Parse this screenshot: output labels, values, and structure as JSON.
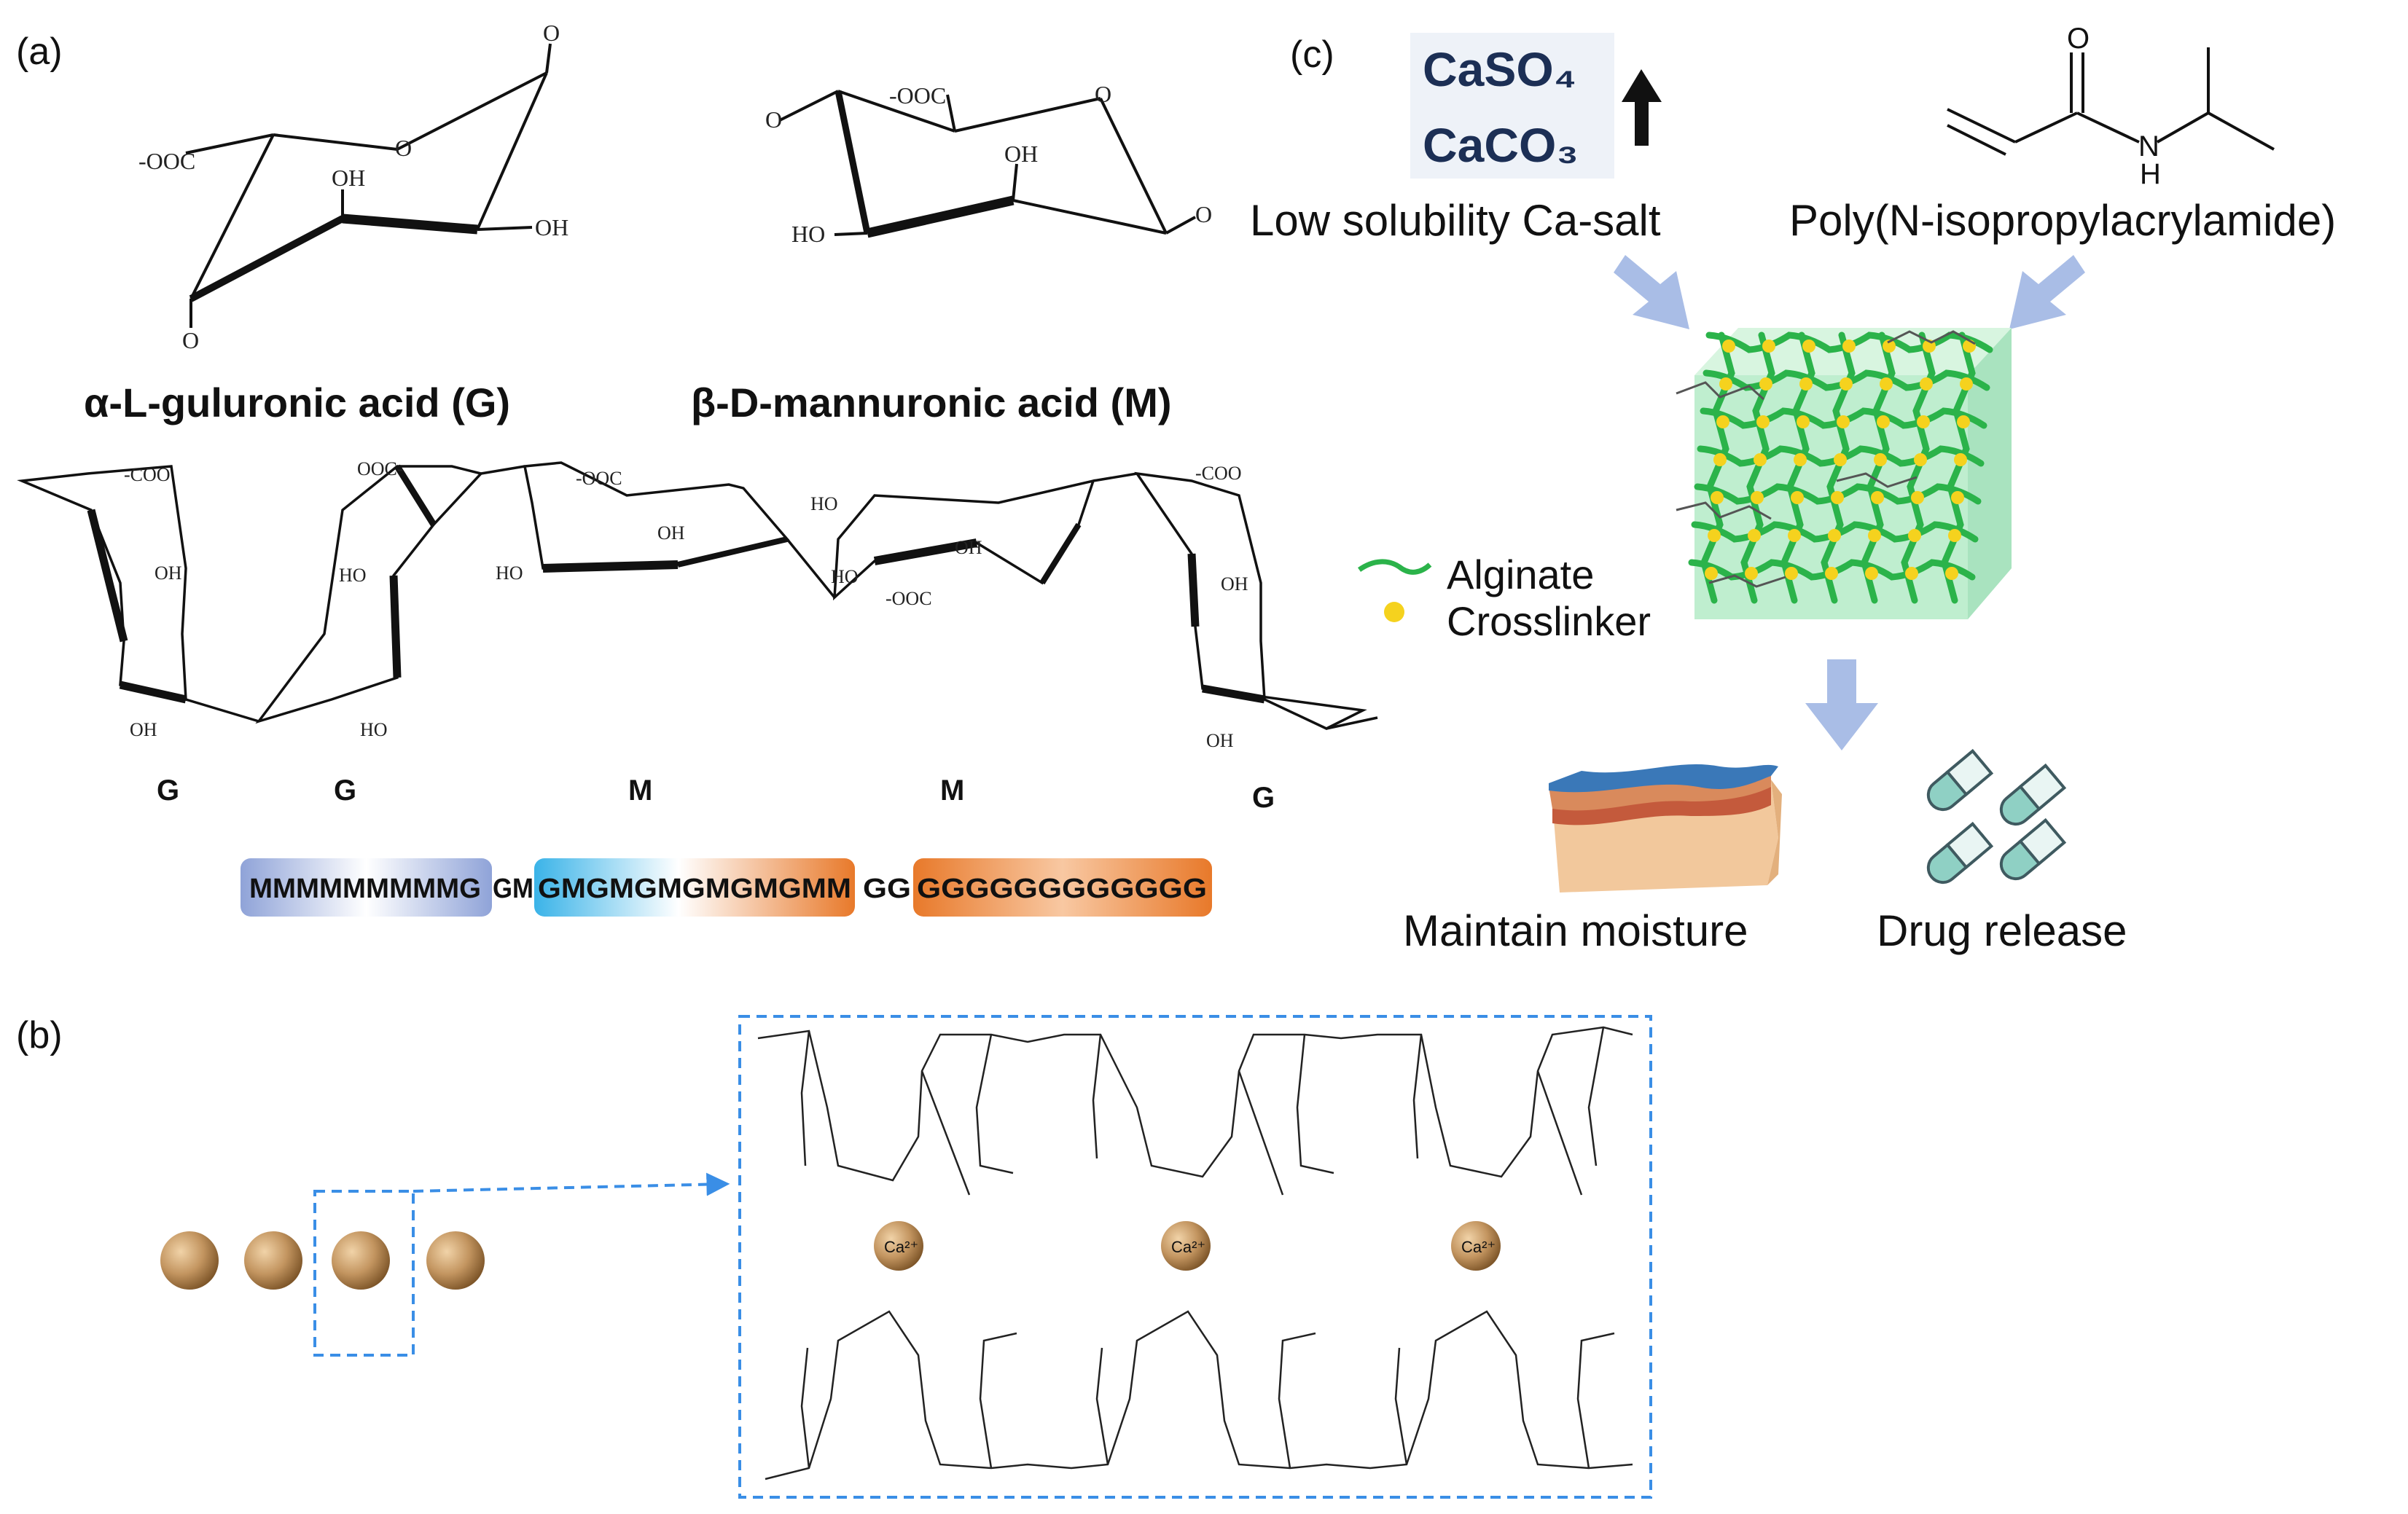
{
  "panels": {
    "a": {
      "label": "(a)",
      "g_ring_labels": [
        "O",
        "-OOC",
        "O",
        "OH",
        "OH",
        "O"
      ],
      "m_ring_labels": [
        "-OOC",
        "O",
        "O",
        "OH",
        "HO",
        "O"
      ],
      "g_name": "α-L-guluronic acid (G)",
      "m_name": "β-D-mannuronic acid (M)",
      "chain_unit_labels": [
        "G",
        "G",
        "M",
        "M",
        "G"
      ],
      "chain_group_labels": [
        "-COO",
        "OH",
        "OH",
        "OOC-",
        "HO",
        "HO",
        "-OOC",
        "OH",
        "HO",
        "HO",
        "OH",
        "HO",
        "-OOC",
        "-COO",
        "OH",
        "OH"
      ],
      "seq_block1": "MMMMMMMMMG",
      "seq_join1": "GM",
      "seq_block2": "GMGMGMGMGMGMM",
      "seq_join2": "GG",
      "seq_block3": "GGGGGGGGGGGG",
      "colors": {
        "block1_start": "#8fa3d8",
        "block1_mid": "#ffffff",
        "block1_end": "#8fa3d8",
        "block2_start": "#3ab3e8",
        "block2_mid": "#ffffff",
        "block2_end": "#e8792a",
        "block3_start": "#e8792a",
        "block3_mid": "#f8c8a2",
        "block3_end": "#e8792a"
      }
    },
    "b": {
      "label": "(b)",
      "ion_label": "Ca²⁺",
      "colors": {
        "strand": "#1a3a6a",
        "bead": "#b58a55",
        "box": "#3a8ee6"
      }
    },
    "c": {
      "label": "(c)",
      "salt1": "CaSO₄",
      "salt2": "CaCO₃",
      "salt_caption": "Low solubility Ca-salt",
      "monomer_caption": "Poly(N-isopropylacrylamide)",
      "monomer_atoms": [
        "O",
        "N",
        "H"
      ],
      "legend_alginate": "Alginate",
      "legend_crosslinker": "Crosslinker",
      "outcome1": "Maintain moisture",
      "outcome2": "Drug release",
      "colors": {
        "alginate": "#2bb34a",
        "crosslinker": "#f5d21e",
        "cube": "#bfeecf",
        "arrow": "#a9bde6",
        "salt_bg": "#eef2f8",
        "salt_text": "#1c2f55"
      }
    }
  }
}
